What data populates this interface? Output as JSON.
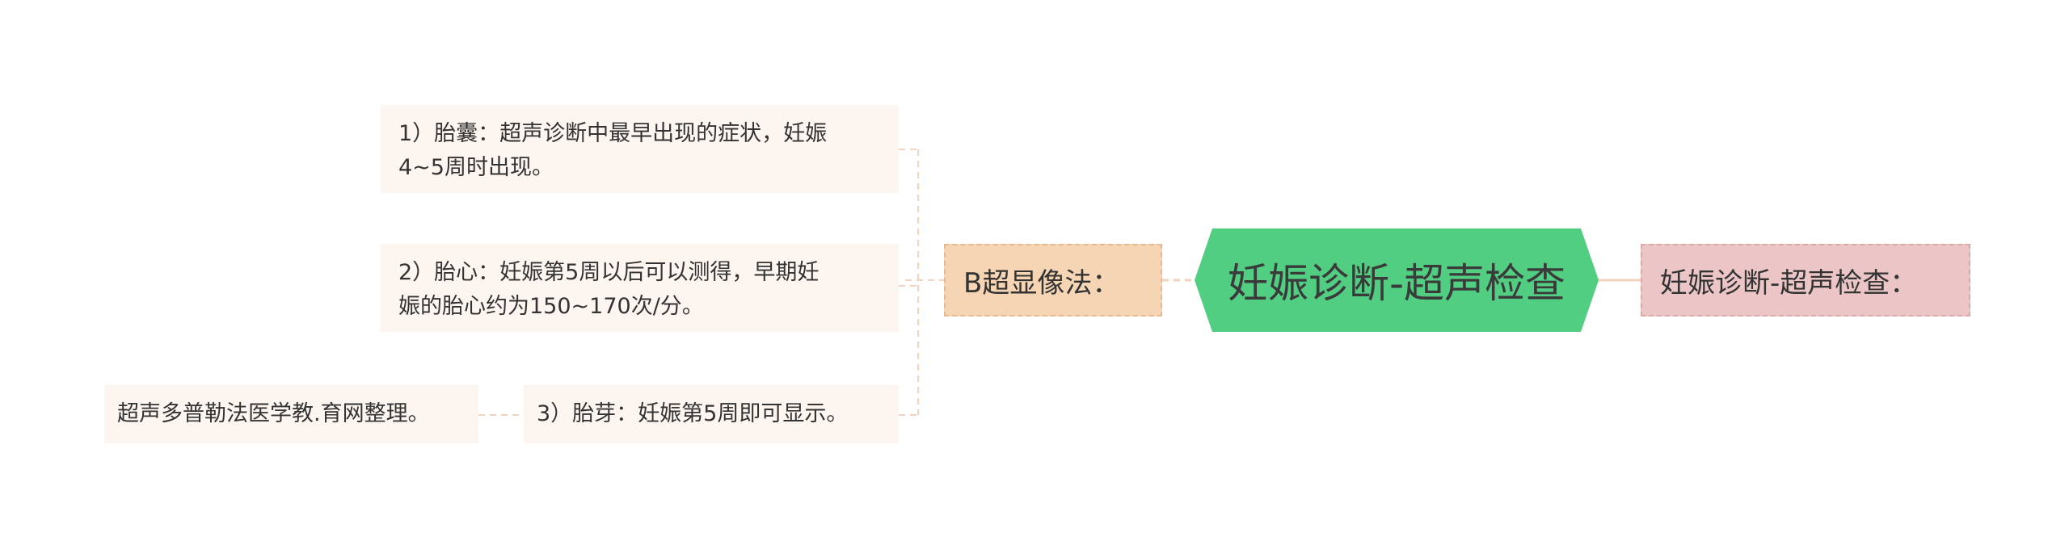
{
  "root": {
    "label": "妊娠诊断-超声检查"
  },
  "branch": {
    "label": "B超显像法："
  },
  "right_node": {
    "label": "妊娠诊断-超声检查："
  },
  "leaves": [
    {
      "lines": [
        "1）胎囊：超声诊断中最早出现的症状，妊娠",
        "4~5周时出现。"
      ]
    },
    {
      "lines": [
        "2）胎心：妊娠第5周以后可以测得，早期妊",
        "娠的胎心约为150~170次/分。"
      ]
    },
    {
      "lines": [
        "3）胎芽：妊娠第5周即可显示。"
      ]
    }
  ],
  "note": {
    "label": "超声多普勒法医学教.育网整理。"
  },
  "colors": {
    "root_fill": "#52ce83",
    "branch_fill": "#f5d5b4",
    "right_fill": "#ecc6c6",
    "leaf_fill": "#fdf6f0",
    "connector": "#f2d3bd"
  }
}
